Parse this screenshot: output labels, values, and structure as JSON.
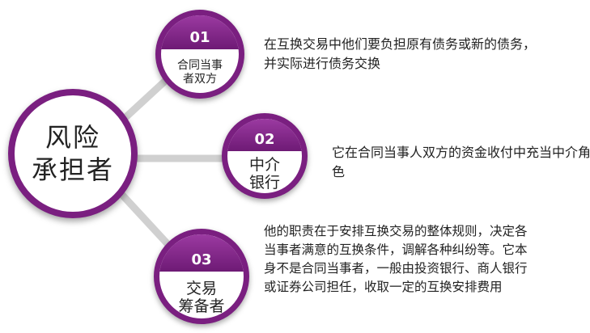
{
  "center": {
    "line1": "风险",
    "line2": "承担者"
  },
  "nodes": [
    {
      "number": "01",
      "line1": "合同当事",
      "line2": "者双方",
      "description": "在互换交易中他们要负担原有债务或新的债务，并实际进行债务交换"
    },
    {
      "number": "02",
      "line1": "中介",
      "line2": "银行",
      "description": "它在合同当事人双方的资金收付中充当中介角色"
    },
    {
      "number": "03",
      "line1": "交易",
      "line2": "筹备者",
      "description": "他的职责在于安排互换交易的整体规则，决定各当事者满意的互换条件，调解各种纠纷等。它本身不是合同当事者，一般由投资银行、商人银行或证券公司担任，收取一定的互换安排费用"
    }
  ],
  "colors": {
    "accent": "#7a1f80",
    "connector": "#d9d9d9"
  }
}
